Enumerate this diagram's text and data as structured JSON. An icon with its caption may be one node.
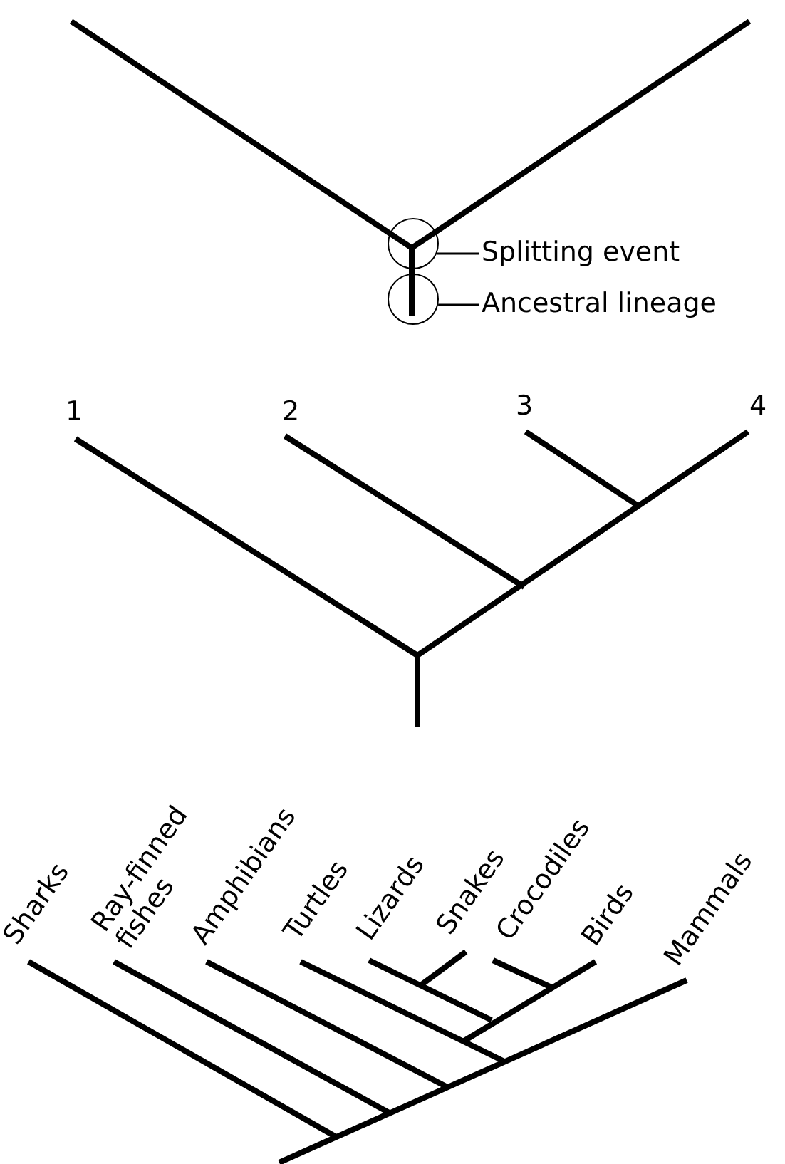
{
  "diagram": {
    "nodes": [
      {
        "text": [],
        "shape": "circle"
      },
      {
        "text": [],
        "shape": "circle"
      },
      {
        "text": [
          "Splitting event"
        ]
      },
      {
        "text": [
          "Ancestral lineage"
        ]
      }
    ],
    "edges": [
      {
        "from": 2,
        "to": 0,
        "arrow": "none"
      },
      {
        "from": 3,
        "to": 1,
        "arrow": "none"
      }
    ],
    "labels": [
      "1",
      "2",
      "3",
      "4",
      "Sharks",
      "Ray-finned fishes",
      "Amphibians",
      "Turtles",
      "Lizards",
      "Snakes",
      "Crocodiles",
      "Birds",
      "Mammals"
    ]
  }
}
